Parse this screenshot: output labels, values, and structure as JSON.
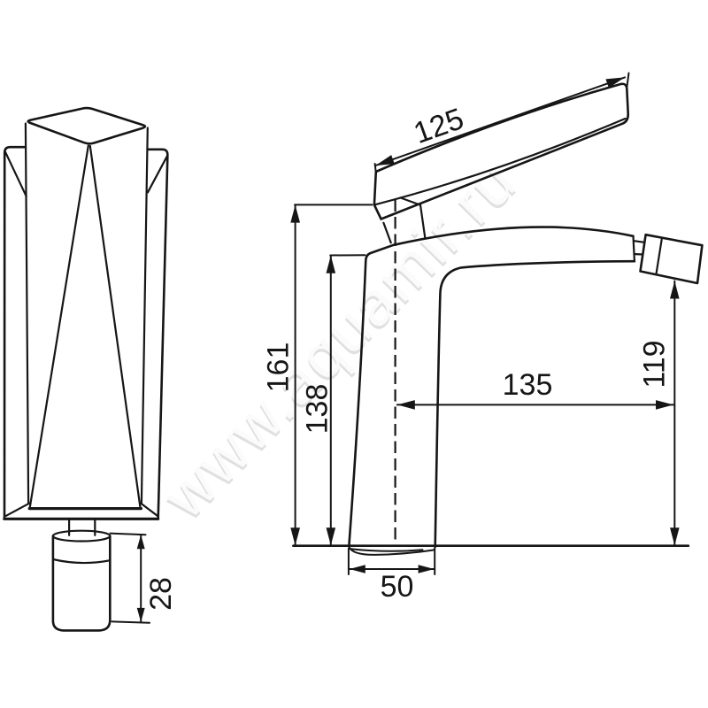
{
  "drawing": {
    "type": "technical-dimension-drawing",
    "subject": "single-lever basin/bidet mixer faucet, two orthographic views",
    "watermark": {
      "text": "www.aquamir.ru",
      "color": "#dcdcdc",
      "angle_deg": -45
    },
    "colors": {
      "line": "#161616",
      "background": "#ffffff"
    },
    "views": {
      "left": "faucet front view with aerator below",
      "right": "faucet side view with lever and spray outlet"
    },
    "dimensions": {
      "lever_length": "125",
      "total_height": "161",
      "body_height": "138",
      "outlet_reach": "135",
      "outlet_height": "119",
      "base_width": "50",
      "aerator_height": "28"
    }
  }
}
